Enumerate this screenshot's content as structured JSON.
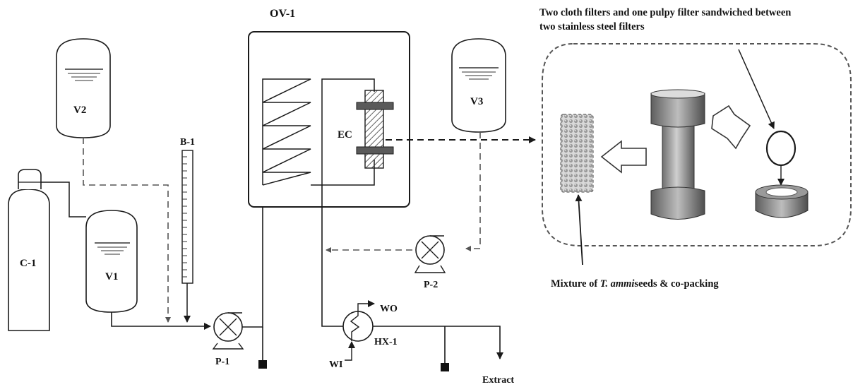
{
  "labels": {
    "oven": "OV-1",
    "vessel_v1": "V1",
    "vessel_v2": "V2",
    "vessel_v3": "V3",
    "cylinder": "C-1",
    "burette": "B-1",
    "extraction_cell": "EC",
    "pump_1": "P-1",
    "pump_2": "P-2",
    "heat_exchanger": "HX-1",
    "water_in": "WI",
    "water_out": "WO",
    "extract": "Extract"
  },
  "annotations": {
    "filters_line1": "Two cloth filters and one pulpy filter sandwiched between",
    "filters_line2": "two stainless steel filters",
    "mixture_prefix": "Mixture of ",
    "mixture_species": "T. ammi",
    "mixture_suffix": "seeds & co-packing"
  },
  "colors": {
    "line": "#1a1a1a",
    "dashed_line": "#555555",
    "cell_metal": "#8a8a8a",
    "cell_dark": "#4a4a4a"
  }
}
